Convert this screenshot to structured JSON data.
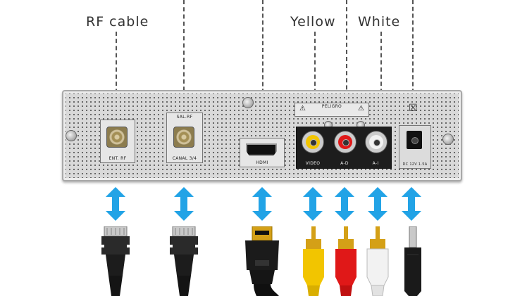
{
  "labels": {
    "rf_cable": "RF cable",
    "yellow": "Yellow",
    "white": "White"
  },
  "panel": {
    "ent_rf": "ENT. RF",
    "sal_rf": "SAL.RF",
    "canal": "CANAL 3/4",
    "hdmi": "HDMI",
    "video": "VIDEO",
    "a_d": "A-D",
    "a_i": "A-I",
    "peligro": "PELIGRO",
    "power": "DC 12V 1.5A"
  },
  "colors": {
    "arrow": "#22a3e6",
    "rca_yellow": "#f2c500",
    "rca_red": "#e01818",
    "rca_white": "#f2f2f2"
  }
}
